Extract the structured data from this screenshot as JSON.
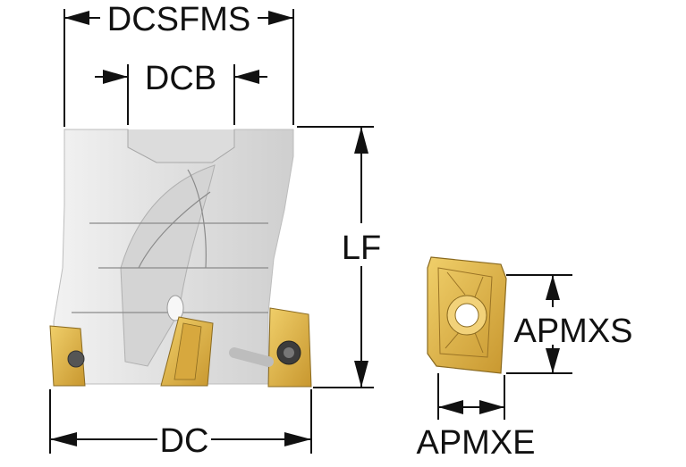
{
  "labels": {
    "dcsfms": "DCSFMS",
    "dcb": "DCB",
    "lf": "LF",
    "dc": "DC",
    "apmxs": "APMXS",
    "apmxe": "APMXE"
  },
  "colors": {
    "line": "#111111",
    "body_light": "#e6e6e6",
    "body_shadow": "#c9c9c9",
    "insert_gold": "#e2b94a",
    "insert_dark": "#b8882a"
  },
  "icons": {
    "cutter": "face-mill-body-icon",
    "insert": "cutting-insert-icon"
  }
}
